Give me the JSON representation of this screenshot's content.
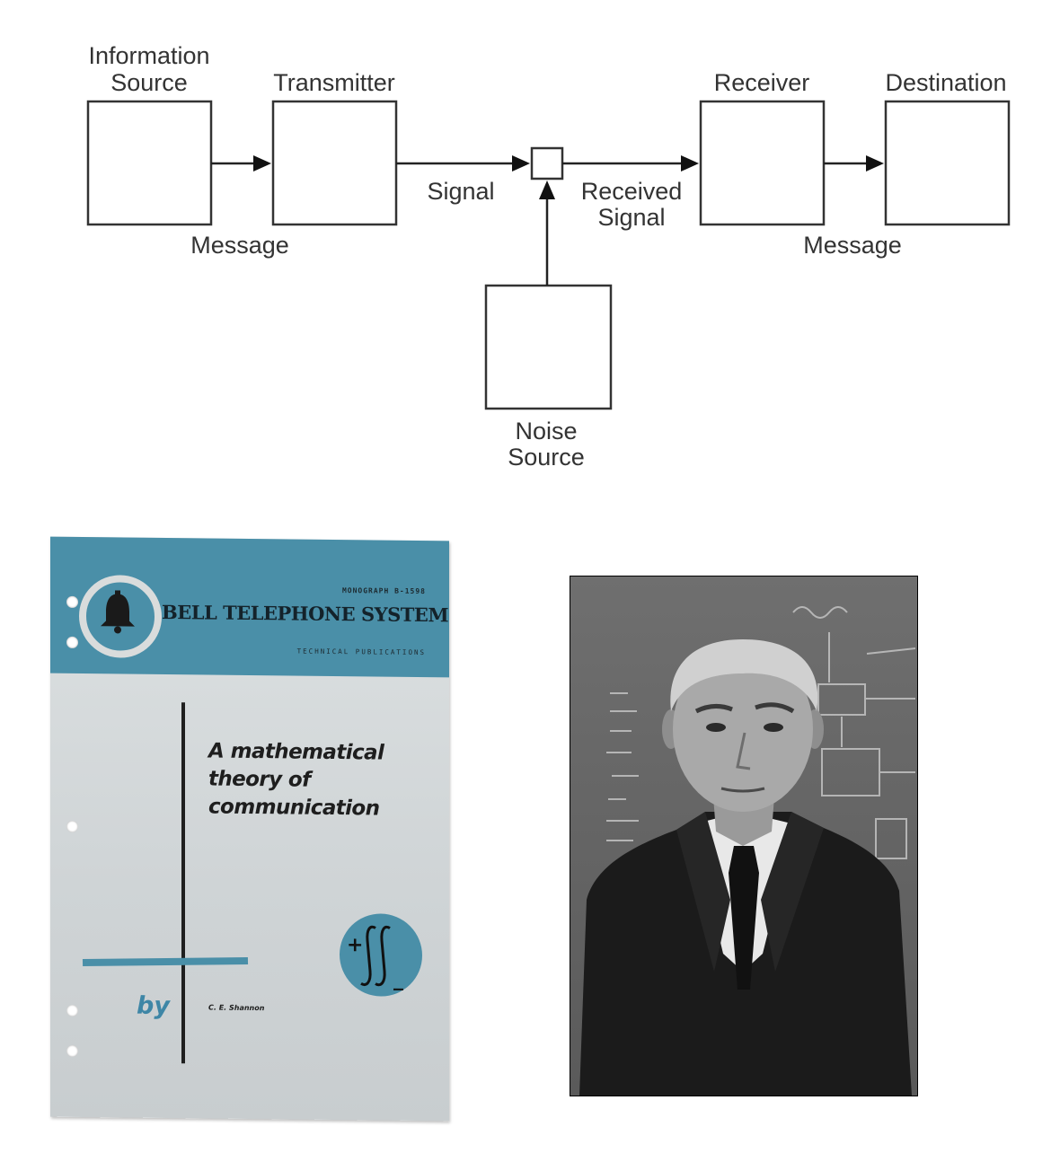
{
  "diagram": {
    "information_source": [
      "Information",
      "Source"
    ],
    "transmitter": "Transmitter",
    "signal": "Signal",
    "received_signal": [
      "Received",
      "Signal"
    ],
    "receiver": "Receiver",
    "destination": "Destination",
    "message_left": "Message",
    "message_right": "Message",
    "noise_source": [
      "Noise",
      "Source"
    ]
  },
  "cover": {
    "monograph": "MONOGRAPH B-1598",
    "publisher": "BELL TELEPHONE SYSTEM",
    "series": "TECHNICAL PUBLICATIONS",
    "title": [
      "A mathematical",
      "theory of",
      "communication"
    ],
    "by": "by",
    "author": "C. E. Shannon",
    "badge_plus": "+",
    "badge_minus": "_",
    "accent_color": "#4a8fa8"
  }
}
